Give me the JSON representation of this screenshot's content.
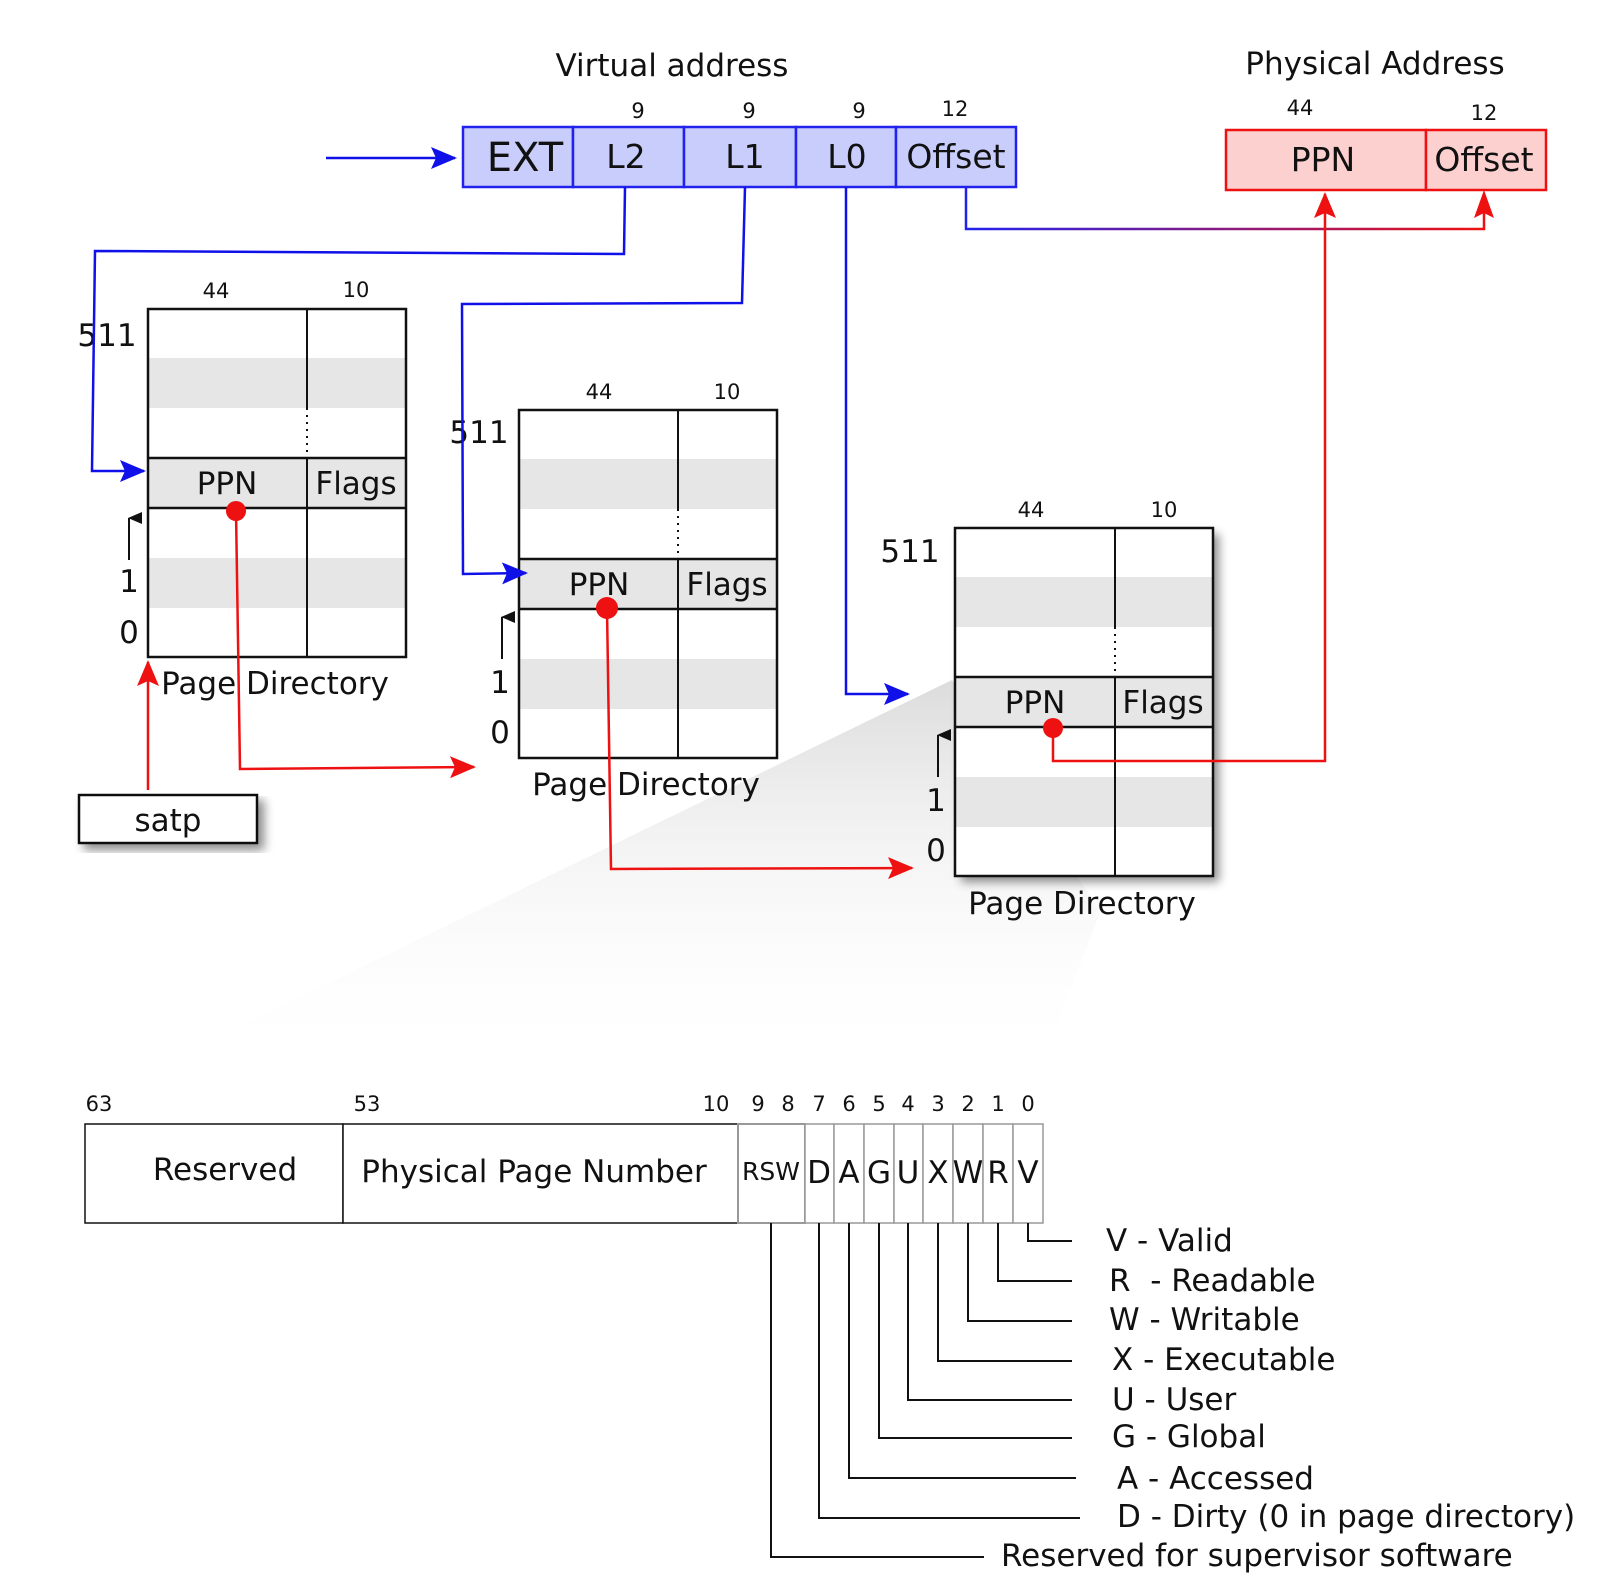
{
  "virtual_address": {
    "title": "Virtual address",
    "fields": [
      {
        "label": "EXT",
        "bits": ""
      },
      {
        "label": "L2",
        "bits": "9"
      },
      {
        "label": "L1",
        "bits": "9"
      },
      {
        "label": "L0",
        "bits": "9"
      },
      {
        "label": "Offset",
        "bits": "12"
      }
    ]
  },
  "physical_address": {
    "title": "Physical Address",
    "fields": [
      {
        "label": "PPN",
        "bits": "44"
      },
      {
        "label": "Offset",
        "bits": "12"
      }
    ]
  },
  "page_tables": [
    {
      "caption": "Page Directory",
      "ppn_bits": "44",
      "flags_bits": "10",
      "ppn_label": "PPN",
      "flags_label": "Flags",
      "idx_top": "511",
      "idx_one": "1",
      "idx_zero": "0"
    },
    {
      "caption": "Page Directory",
      "ppn_bits": "44",
      "flags_bits": "10",
      "ppn_label": "PPN",
      "flags_label": "Flags",
      "idx_top": "511",
      "idx_one": "1",
      "idx_zero": "0"
    },
    {
      "caption": "Page Directory",
      "ppn_bits": "44",
      "flags_bits": "10",
      "ppn_label": "PPN",
      "flags_label": "Flags",
      "idx_top": "511",
      "idx_one": "1",
      "idx_zero": "0"
    }
  ],
  "satp": {
    "label": "satp"
  },
  "pte_format": {
    "fields": [
      {
        "label": "Reserved",
        "bit": "63"
      },
      {
        "label": "Physical Page Number",
        "bit": "53"
      },
      {
        "label": "RSW",
        "bit": "10"
      }
    ],
    "rsw_low_bit": "8",
    "single_bits": [
      "9",
      "8",
      "7",
      "6",
      "5",
      "4",
      "3",
      "2",
      "1",
      "0"
    ],
    "flags": [
      "D",
      "A",
      "G",
      "U",
      "X",
      "W",
      "R",
      "V"
    ],
    "legend": [
      "V - Valid",
      "R  - Readable",
      "W - Writable",
      "X - Executable",
      "U - User",
      "G - Global",
      "A - Accessed",
      "D - Dirty (0 in page directory)",
      "Reserved for supervisor software"
    ]
  }
}
